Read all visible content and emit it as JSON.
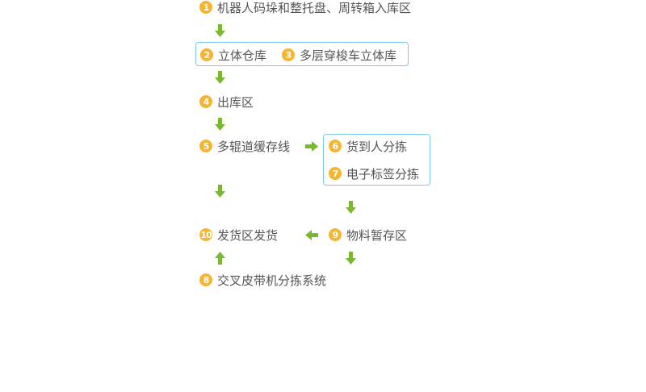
{
  "colors": {
    "badge": "#f5b533",
    "arrow": "#7ab830",
    "box_border": "#7cc8ee",
    "text": "#555555"
  },
  "steps": [
    {
      "num": "1",
      "label": "机器人码垛和整托盘、周转箱入库区"
    },
    {
      "num": "2",
      "label": "立体仓库"
    },
    {
      "num": "3",
      "label": "多层穿梭车立体库"
    },
    {
      "num": "4",
      "label": "出库区"
    },
    {
      "num": "5",
      "label": "多辊道缓存线"
    },
    {
      "num": "6",
      "label": "货到人分拣"
    },
    {
      "num": "7",
      "label": "电子标签分拣"
    },
    {
      "num": "8",
      "label": "交叉皮带机分拣系统"
    },
    {
      "num": "9",
      "label": "物料暂存区"
    },
    {
      "num": "10",
      "label": "发货区发货"
    }
  ]
}
